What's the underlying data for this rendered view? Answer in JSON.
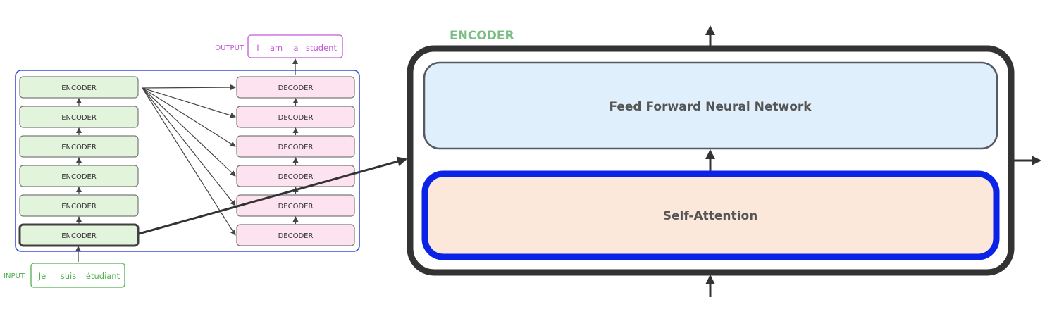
{
  "colors": {
    "stack_border": "#3a4fd6",
    "encoder_fill": "#e3f4dc",
    "encoder_stroke": "#7a7a7a",
    "decoder_fill": "#fde3ef",
    "decoder_stroke": "#7a7a7a",
    "highlight_stroke": "#404040",
    "arrow": "#444444",
    "output_text": "#c05ad6",
    "input_text": "#52b04e",
    "detail_title": "#7cbd84",
    "detail_frame": "#333333",
    "ffnn_fill": "#e0effc",
    "sa_fill": "#fbe8da",
    "sa_stroke": "#0a23e6"
  },
  "overview": {
    "encoder_labels": [
      "ENCODER",
      "ENCODER",
      "ENCODER",
      "ENCODER",
      "ENCODER",
      "ENCODER"
    ],
    "decoder_labels": [
      "DECODER",
      "DECODER",
      "DECODER",
      "DECODER",
      "DECODER",
      "DECODER"
    ],
    "output_label": "OUTPUT",
    "output_words": [
      "I",
      "am",
      "a",
      "student"
    ],
    "input_label": "INPUT",
    "input_words": [
      "Je",
      "suis",
      "étudiant"
    ]
  },
  "encoder_detail": {
    "title": "ENCODER",
    "ffnn_label": "Feed Forward Neural Network",
    "self_attention_label": "Self-Attention"
  }
}
